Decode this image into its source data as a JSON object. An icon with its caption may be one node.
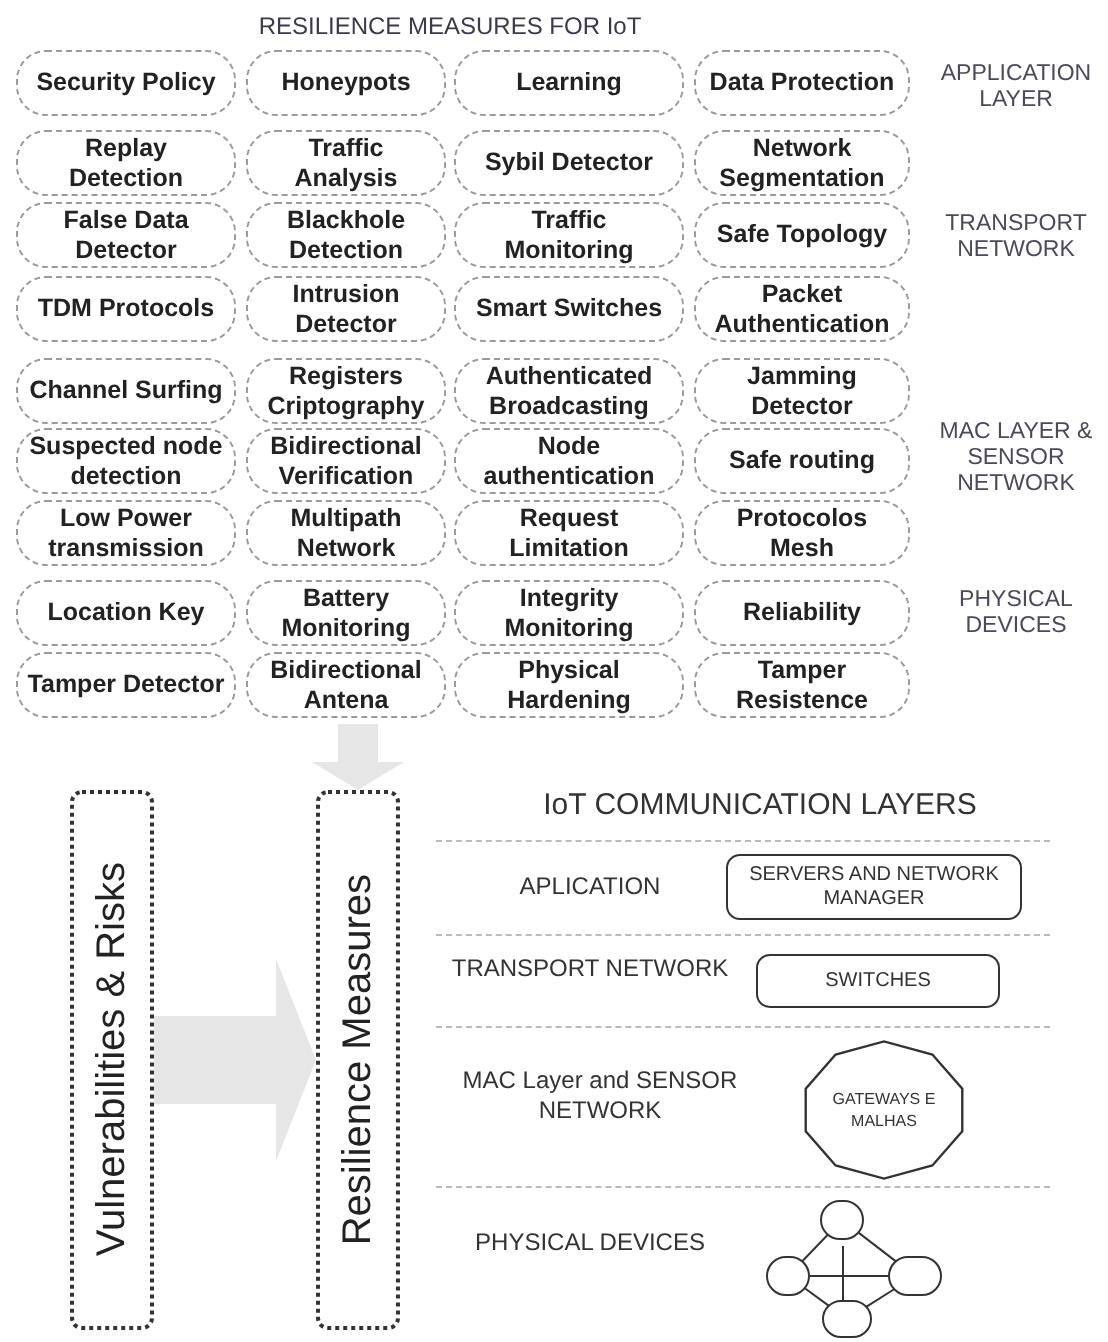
{
  "diagram": {
    "title": "RESILIENCE MEASURES FOR IoT",
    "nodes": [
      {
        "text": [
          "Security Policy"
        ]
      },
      {
        "text": [
          "Honeypots"
        ]
      },
      {
        "text": [
          "Learning"
        ]
      },
      {
        "text": [
          "Data Protection"
        ]
      },
      {
        "text": [
          "Replay Detection"
        ]
      },
      {
        "text": [
          "Traffic Analysis"
        ]
      },
      {
        "text": [
          "Sybil Detector"
        ]
      },
      {
        "text": [
          "Network Segmentation"
        ]
      },
      {
        "text": [
          "False Data Detector"
        ]
      },
      {
        "text": [
          "Blackhole Detection"
        ]
      },
      {
        "text": [
          "Traffic Monitoring"
        ]
      },
      {
        "text": [
          "Safe Topology"
        ]
      },
      {
        "text": [
          "TDM Protocols"
        ]
      },
      {
        "text": [
          "Intrusion Detector"
        ]
      },
      {
        "text": [
          "Smart Switches"
        ]
      },
      {
        "text": [
          "Packet Authentication"
        ]
      },
      {
        "text": [
          "Channel Surfing"
        ]
      },
      {
        "text": [
          "Registers Criptography"
        ]
      },
      {
        "text": [
          "Authenticated Broadcasting"
        ]
      },
      {
        "text": [
          "Jamming Detector"
        ]
      },
      {
        "text": [
          "Suspected node detection"
        ]
      },
      {
        "text": [
          "Bidirectional Verification"
        ]
      },
      {
        "text": [
          "Node authentication"
        ]
      },
      {
        "text": [
          "Safe routing"
        ]
      },
      {
        "text": [
          "Low Power transmission"
        ]
      },
      {
        "text": [
          "Multipath Network"
        ]
      },
      {
        "text": [
          "Request Limitation"
        ]
      },
      {
        "text": [
          "Protocolos Mesh"
        ]
      },
      {
        "text": [
          "Location Key"
        ]
      },
      {
        "text": [
          "Battery Monitoring"
        ]
      },
      {
        "text": [
          "Integrity Monitoring"
        ]
      },
      {
        "text": [
          "Reliability"
        ]
      },
      {
        "text": [
          "Tamper Detector"
        ]
      },
      {
        "text": [
          "Bidirectional Antena"
        ]
      },
      {
        "text": [
          "Physical Hardening"
        ]
      },
      {
        "text": [
          "Tamper Resistence"
        ]
      },
      {
        "text": [
          "Vulnerabilities & Risks"
        ]
      },
      {
        "text": [
          "Resilience Measures"
        ]
      },
      {
        "text": [
          "SERVERS AND NETWORK MANAGER"
        ]
      },
      {
        "text": [
          "SWITCHES"
        ]
      },
      {
        "text": [
          "GATEWAYS E MALHAS"
        ]
      },
      {
        "text": [],
        "shape": "circle"
      },
      {
        "text": [],
        "shape": "circle"
      },
      {
        "text": [],
        "shape": "circle"
      },
      {
        "text": [],
        "shape": "circle"
      }
    ],
    "edges": [
      {
        "from": 36,
        "to": 37,
        "arrow": "to",
        "style": "thick",
        "color": "#e6e6e6"
      },
      {
        "from": 33,
        "to": 37,
        "arrow": "to",
        "style": "thick",
        "color": "#e6e6e6"
      },
      {
        "from": 41,
        "to": 42,
        "arrow": "none"
      },
      {
        "from": 41,
        "to": 43,
        "arrow": "none"
      },
      {
        "from": 41,
        "to": 44,
        "arrow": "none"
      },
      {
        "from": 42,
        "to": 43,
        "arrow": "none"
      },
      {
        "from": 42,
        "to": 44,
        "arrow": "none"
      },
      {
        "from": 43,
        "to": 44,
        "arrow": "none"
      }
    ],
    "labels": [
      "APPLICATION LAYER",
      "TRANSPORT NETWORK",
      "MAC LAYER & SENSOR NETWORK",
      "PHYSICAL DEVICES",
      "IoT COMMUNICATION LAYERS",
      "APLICATION",
      "TRANSPORT NETWORK",
      "MAC Layer and SENSOR NETWORK",
      "PHYSICAL DEVICES"
    ]
  }
}
